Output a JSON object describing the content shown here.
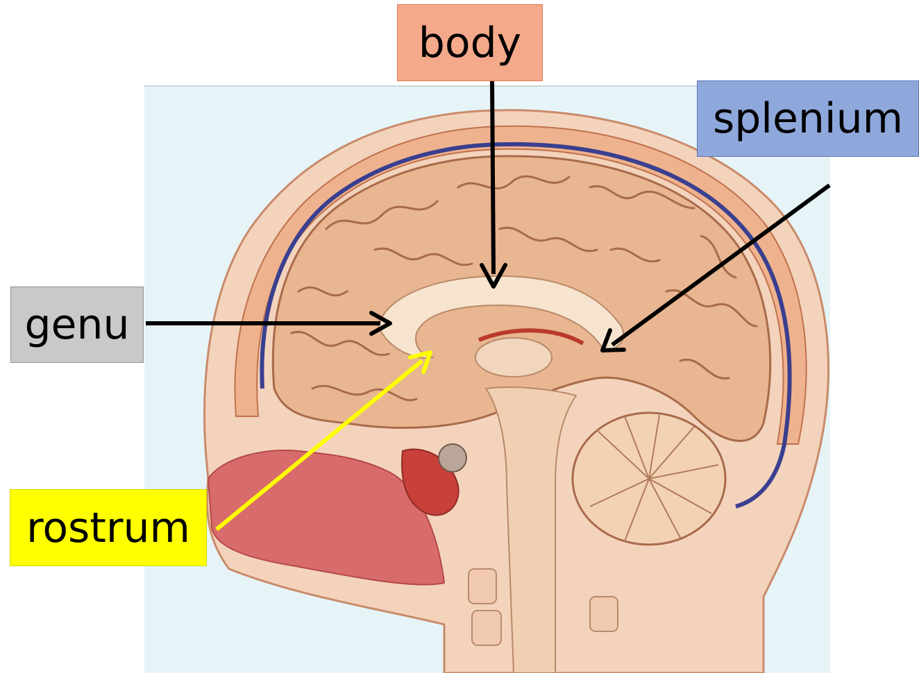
{
  "labels": {
    "body": {
      "text": "body",
      "color": "#f4a98b",
      "border": "#e07b50"
    },
    "splenium": {
      "text": "splenium",
      "color": "#8fa8dc",
      "border": "#5a73b8"
    },
    "genu": {
      "text": "genu",
      "color": "#c9c9c9",
      "border": "#8f8f8f"
    },
    "rostrum": {
      "text": "rostrum",
      "color": "#ffff00",
      "border": "#d6d600"
    }
  },
  "arrow_colors": {
    "body": "#000000",
    "splenium": "#000000",
    "genu": "#000000",
    "rostrum": "#ffff00"
  },
  "illustration": {
    "icon": "brain-sagittal-section-illustration",
    "background": "#e6f4f7"
  }
}
